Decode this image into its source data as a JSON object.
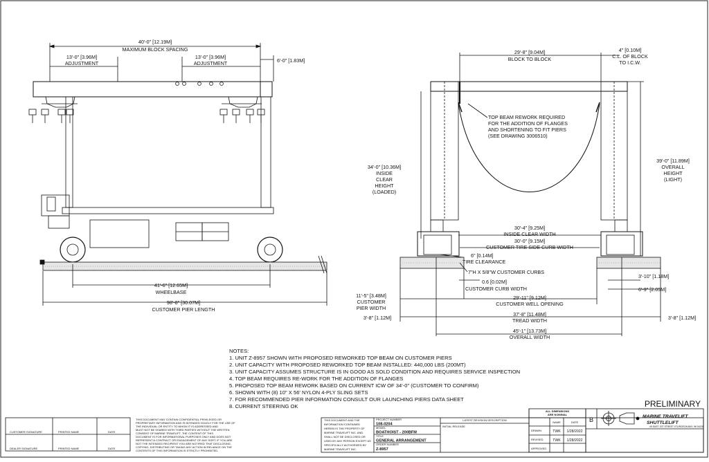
{
  "left_view": {
    "max_block_spacing": "40'-0\" [12.19M]",
    "max_block_spacing_label": "MAXIMUM BLOCK SPACING",
    "adj_left": "13'-0\" [3.96M]",
    "adj_left_label": "ADJUSTMENT",
    "adj_right": "13'-0\" [3.96M]",
    "adj_right_label": "ADJUSTMENT",
    "overhang": "6'-0\" [1.83M]",
    "wheelbase": "41'-6\" [12.65M]",
    "wheelbase_label": "WHEELBASE",
    "pier_length": "98'-8\" [30.07M]",
    "pier_length_label": "CUSTOMER PIER LENGTH"
  },
  "right_view": {
    "block_to_block": "29'-8\" [9.04M]",
    "block_to_block_label": "BLOCK TO BLOCK",
    "cl_block": "4\" [0.10M]",
    "cl_block_label1": "C.L. OF BLOCK",
    "cl_block_label2": "TO I.C.W.",
    "rework_note": [
      "TOP BEAM REWORK REQUIRED",
      "FOR THE ADDITION OF FLANGES",
      "AND SHORTENING TO FIT PIERS",
      "(SEE DRAWING 3006510)"
    ],
    "inside_height": [
      "34'-0\" [10.36M]",
      "INSIDE",
      "CLEAR",
      "HEIGHT",
      "(LOADED)"
    ],
    "overall_height": [
      "39'-0\" [11.89M]",
      "OVERALL",
      "HEIGHT",
      "(LIGHT)"
    ],
    "inside_clear_width": "30'-4\" [9.25M]",
    "inside_clear_width_label": "INSIDE CLEAR WIDTH",
    "tire_side_curb": "30'-0\" [9.15M]",
    "tire_side_curb_label": "CUSTOMER TIRE SIDE CURB WIDTH",
    "tire_clearance": "6\" [0.14M]",
    "tire_clearance_label": "TIRE CLEARANCE",
    "curbs": "7\"H X 5/8\"W CUSTOMER CURBS",
    "curb_width": "0.6 [0.02M]",
    "curb_width_label": "CUSTOMER CURB WIDTH",
    "pier_width": [
      "11'-5\" [3.48M]",
      "CUSTOMER",
      "PIER WIDTH"
    ],
    "well_opening": "29'-11\" [9.12M]",
    "well_opening_label": "CUSTOMER WELL OPENING",
    "right_a": "3'-10\" [1.18M]",
    "right_b": "6'-9\" [2.05M]",
    "left_side": "3'-8\" [1.12M]",
    "right_side": "3'-8\" [1.12M]",
    "tread_width": "37'-8\" [11.48M]",
    "tread_width_label": "TREAD WIDTH",
    "overall_width": "45'-1\" [13.73M]",
    "overall_width_label": "OVERALL WIDTH"
  },
  "notes": {
    "heading": "NOTES:",
    "items": [
      "1. UNIT Z-8957 SHOWN WITH PROPOSED REWORKED TOP BEAM ON CUSTOMER PIERS",
      "2. UNIT CAPACITY WITH PROPOSED REWORKED TOP BEAM INSTALLED: 440,000 LBS (200MT)",
      "3. UNIT CAPACITY ASSUMES STRUCTURE IS IN GOOD AS SOLD CONDITION AND REQUIRES SERVICE INSPECTION",
      "4. TOP BEAM REQUIRES RE-WORK FOR THE ADDITION OF FLANGES",
      "5. PROPOSED TOP BEAM REWORK BASED ON CURRENT ICW OF 34'-0\" (CUSTOMER TO CONFIRM)",
      "6. SHOWN WITH (8) 10\" X 56' NYLON 4-PLY SLING SETS",
      "7. FOR RECOMMENDED PIER INFORMATION CONSULT OUR LAUNCHING PIERS DATA SHEET",
      "8. CURRENT STEERING OK"
    ]
  },
  "title_block": {
    "preliminary": "PRELIMINARY",
    "all_dimensions": "ALL DIMENSIONS",
    "are_nominal": "ARE NOMINAL",
    "size_letter": "B",
    "company": "MARINE TRAVELIFT",
    "brand": "SHUTTLELIFT",
    "address": "49 EAST 1ST STREET STURGEON BAY, WI 54235",
    "project_number_label": "PROJECT NUMBER",
    "project_number": "108-0204",
    "model_label": "MODEL",
    "model": "BOATHOIST - 200BFM",
    "title_label": "TITLE",
    "title": "GENERAL ARRANGEMENT",
    "order_label": "ORDER NUMBER",
    "order_number": "Z-8957",
    "revision_label": "LATEST REVISION DESCRIPTION",
    "revision": "INITIAL RELEASE",
    "name_header": "NAME",
    "date_header": "DATE",
    "rows": [
      {
        "role": "DRAWN",
        "name": "TWK",
        "date": "1/28/2022"
      },
      {
        "role": "REVISED",
        "name": "TWK",
        "date": "1/28/2022"
      },
      {
        "role": "APPROVED",
        "name": "",
        "date": ""
      }
    ],
    "confidential": [
      "THIS DOCUMENT AND THE",
      "INFORMATION CONTAINED",
      "HEREIN IS THE PROPERTY OF",
      "MARINE TRAVELIFT INC. AND",
      "SHALL NOT BE DISCLOSED OR",
      "USED BY ANY PERSON EXCEPT AS",
      "SPECIFICALLY AUTHORIZED BY",
      "MARINE TRAVELIFT INC."
    ]
  },
  "customer_block": {
    "fine_print": [
      "THIS DOCUMENT MAY CONTAIN CONFIDENTIAL PRIVILEGED OR",
      "PROPRIETARY INFORMATION AND IS INTENDED SOLELY FOR THE USE OF",
      "THE INDIVIDUAL OR ENTITY TO WHOM IT IS ADDRESSED AND",
      "MUST NOT BE SHARED WITH THIRD PARTIES WITHOUT THE WRITTEN",
      "CONSENT OF MARINE TRAVELIFT. THE CONTENT OF THIS",
      "DOCUMENT IS FOR INFORMATIONAL PURPOSES ONLY AND DOES NOT",
      "REPRESENT A CONTRACT OR ENGAGEMENT OF ANY SORT. IF YOU ARE",
      "NOT THE INTENDED RECIPIENT YOU ARE NOTIFIED THAT DISCLOSING,",
      "COPYING, DISTRIBUTING OR TAKING ANY ACTION IN RELIANCE ON THE",
      "CONTENTS OF THIS INFORMATION IS STRICTLY PROHIBITED."
    ],
    "customer_signature": "CUSTOMER SIGNATURE",
    "printed_name_1": "PRINTED NAME",
    "date_1": "DATE",
    "dealer_signature": "DEALER SIGNATURE",
    "printed_name_2": "PRINTED NAME",
    "date_2": "DATE"
  }
}
